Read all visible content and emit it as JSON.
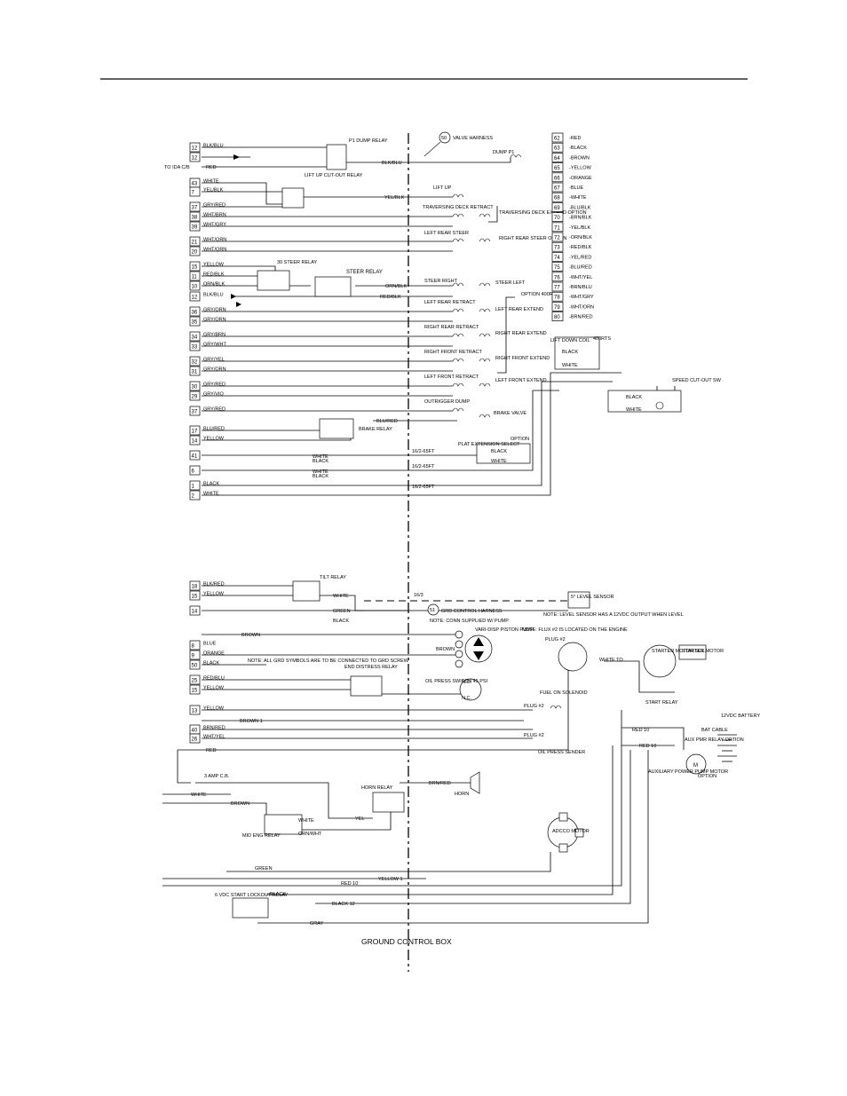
{
  "top_wires": [
    {
      "n": "12",
      "c": "BLK/BLU"
    },
    {
      "n": "12",
      "c": ""
    },
    {
      "n": "43",
      "c": "WHITE"
    },
    {
      "n": "7",
      "c": "YEL/BLK"
    },
    {
      "n": "37",
      "c": "GRY/RED"
    },
    {
      "n": "38",
      "c": "WHT/BRN"
    },
    {
      "n": "39",
      "c": "WHT/GRY"
    },
    {
      "n": "21",
      "c": "WHT/ORN"
    },
    {
      "n": "20",
      "c": "WHT/ORN"
    },
    {
      "n": "15",
      "c": "YELLOW"
    },
    {
      "n": "11",
      "c": "RED/BLK"
    },
    {
      "n": "10",
      "c": "ORN/BLK"
    },
    {
      "n": "12",
      "c": "BLK/BLU"
    },
    {
      "n": "36",
      "c": "GRY/ORN"
    },
    {
      "n": "35",
      "c": "GRY/ORN"
    },
    {
      "n": "34",
      "c": "GRY/BRN"
    },
    {
      "n": "33",
      "c": "GRY/WHT"
    },
    {
      "n": "32",
      "c": "GRY/YEL"
    },
    {
      "n": "31",
      "c": "GRY/ORN"
    },
    {
      "n": "30",
      "c": "GRY/RED"
    },
    {
      "n": "29",
      "c": "GRY/VIO"
    },
    {
      "n": "37",
      "c": "GRY/RED"
    },
    {
      "n": "17",
      "c": "BLU/RED"
    },
    {
      "n": "14",
      "c": "YELLOW"
    },
    {
      "n": "41",
      "c": ""
    },
    {
      "n": "6",
      "c": ""
    },
    {
      "n": "1",
      "c": "BLACK"
    },
    {
      "n": "2",
      "c": "WHITE"
    }
  ],
  "legend": [
    {
      "n": "62",
      "c": "-RED"
    },
    {
      "n": "63",
      "c": "-BLACK"
    },
    {
      "n": "64",
      "c": "-BROWN"
    },
    {
      "n": "65",
      "c": "-YELLOW"
    },
    {
      "n": "66",
      "c": "-ORANGE"
    },
    {
      "n": "67",
      "c": "-BLUE"
    },
    {
      "n": "68",
      "c": "-WHITE"
    },
    {
      "n": "69",
      "c": "-BLU/BLK"
    },
    {
      "n": "70",
      "c": "-BRN/BLK"
    },
    {
      "n": "71",
      "c": "-YEL/BLK"
    },
    {
      "n": "72",
      "c": "-ORN/BLK"
    },
    {
      "n": "73",
      "c": "-RED/BLK"
    },
    {
      "n": "74",
      "c": "-YEL/RED"
    },
    {
      "n": "75",
      "c": "-BLU/RED"
    },
    {
      "n": "76",
      "c": "-WHT/YEL"
    },
    {
      "n": "77",
      "c": "-BRN/BLU"
    },
    {
      "n": "78",
      "c": "-WHT/GRY"
    },
    {
      "n": "79",
      "c": "-WHT/ORN"
    },
    {
      "n": "80",
      "c": "-BRN/RED"
    }
  ],
  "bottom_wires": [
    {
      "n": "18",
      "c": "BLK/RED"
    },
    {
      "n": "15",
      "c": "YELLOW"
    },
    {
      "n": "14",
      "c": ""
    },
    {
      "n": "8",
      "c": "BLUE"
    },
    {
      "n": "9",
      "c": "ORANGE"
    },
    {
      "n": "50",
      "c": "BLACK"
    },
    {
      "n": "25",
      "c": "RED/BLU"
    },
    {
      "n": "15",
      "c": "YELLOW"
    },
    {
      "n": "13",
      "c": "YELLOW"
    },
    {
      "n": "40",
      "c": "BRN/RED"
    },
    {
      "n": "26",
      "c": "WHT/YEL"
    }
  ],
  "labels": {
    "to_ida": "TO IDA C/B",
    "red": "RED",
    "blk_blu": "BLK/BLU",
    "dump_relay": "P1 DUMP RELAY",
    "dump_p1": "DUMP P1",
    "valve_harness_num": "50",
    "valve_harness": "VALVE HARNESS",
    "lift_cutout_relay": "LIFT UP CUT-OUT RELAY",
    "yel_blk": "YEL/BLK",
    "lift_up": "LIFT UP",
    "traversing_retract": "TRAVERSING DECK RETRACT",
    "traversing_extend": "TRAVERSING DECK EXTEND OPTION",
    "left_rear_steer": "LEFT REAR STEER",
    "right_rear_steer": "RIGHT REAR STEER OPTION",
    "steer_relay_30": "30 STEER RELAY",
    "steer_relay": "STEER RELAY",
    "orn_blk": "ORN/BLK",
    "red_blk": "RED/BLK",
    "steer_right": "STEER RIGHT",
    "steer_left": "STEER LEFT",
    "option_400rts": "OPTION 400RTS",
    "left_rear_retract": "LEFT REAR RETRACT",
    "left_rear_extend": "LEFT REAR EXTEND",
    "right_rear_retract": "RIGHT REAR RETRACT",
    "right_rear_extend": "RIGHT REAR EXTEND",
    "lift_down_coil": "LIFT DOWN COIL",
    "rts_400": "400RTS",
    "black": "BLACK",
    "white": "WHITE",
    "right_front_retract": "RIGHT FRONT RETRACT",
    "right_front_extend": "RIGHT FRONT EXTEND",
    "speed_cutout": "SPEED CUT-OUT SW",
    "left_front_retract": "LEFT FRONT RETRACT",
    "left_front_extend": "LEFT FRONT EXTEND",
    "outrigger_dump": "OUTRIGGER DUMP",
    "brake_valve": "BRAKE VALVE",
    "brake_relay": "BRAKE RELAY",
    "blu_red": "BLU/RED",
    "plat_ext": "PLAT EXTENSION SELECT",
    "option": "OPTION",
    "cable_1": "16/2-65FT",
    "cable_2": "16/2-65FT",
    "cable_3": "16/2-65FT",
    "tilt_relay": "TILT RELAY",
    "cable_163": "16/3",
    "level_sensor": "5° LEVEL SENSOR",
    "level_note": "NOTE: LEVEL SENSOR HAS A 12VDC OUTPUT WHEN LEVEL",
    "flux_note": "NOTE: FLUX #2 IS LOCATED ON THE ENGINE",
    "green": "GREEN",
    "gcb_num": "51",
    "gcb_harness": "GRD CONTROL HARNESS",
    "cust_note": "NOTE: CONN SUPPLIED W/ PUMP",
    "vari_pump": "VARI-DISP PISTON PUMP",
    "brown": "BROWN",
    "grd_note": "NOTE: ALL GRD SYMBOLS ARE TO BE CONNECTED TO GRD SCREW",
    "end_distress": "END DISTRESS RELAY",
    "oil_switch": "OIL PRESS SWITCH 45 PSI",
    "no": "N.O.",
    "nc": "N.C.",
    "plug2": "PLUG #2",
    "starter_sol": "STARTER MOTOR SOL.",
    "starter_motor": "STARTER MOTOR",
    "white_to": "WHITE TO",
    "fuel_sol": "FUEL ON SOLENOID",
    "red10": "RED 10",
    "start_relay": "START RELAY",
    "bat_cable": "BAT CABLE",
    "battery": "12VDC BATTERY",
    "brown1": "BROWN 1",
    "oil_sender": "OIL PRESS SENDER",
    "aux_relay": "AUX PMR RELAY OPTION",
    "aux_motor": "AUXILIARY POWER PUMP MOTOR",
    "m": "M",
    "amp_cb": "3 AMP C.B.",
    "horn_relay": "HORN RELAY",
    "brn_red": "BRN/RED",
    "horn": "HORN",
    "yel": "YEL",
    "mid_eng_relay": "MID ENG RELAY",
    "orn_wht": "ORN/WHT",
    "adco_motor": "ADCCO MOTOR",
    "yellow1": "YELLOW 1",
    "black12": "BLACK 12",
    "gray": "GRAY",
    "start_lockout": "6 VDC START LOCKOUT RELAY",
    "ground_box": "GROUND CONTROL BOX"
  }
}
